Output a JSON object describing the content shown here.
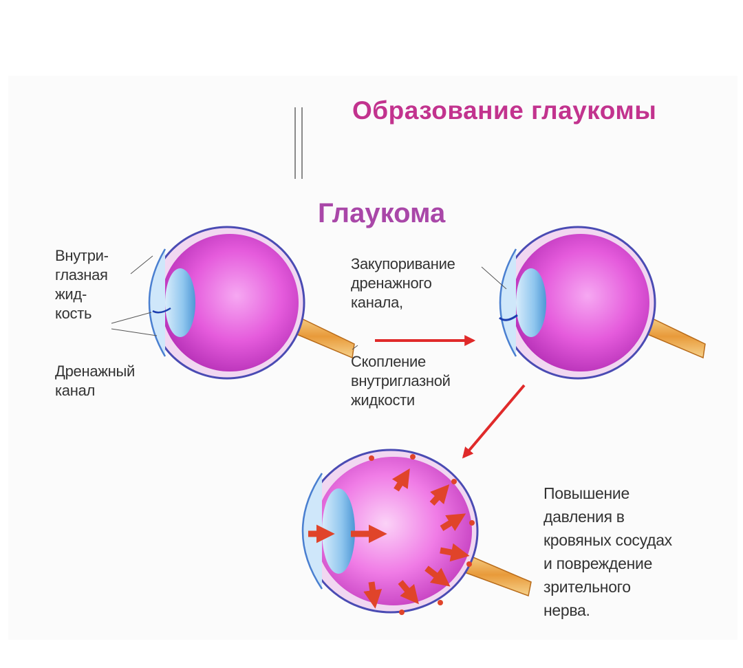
{
  "title": "Образование глаукомы",
  "subtitle": "Глаукома",
  "colors": {
    "title": "#c2338e",
    "subtitle": "#a947a8",
    "arrow": "#e02a2a",
    "eye_fill": "#e05ad8",
    "eye_outline": "#4a4bb3",
    "nerve": "#f0b45a",
    "lens": "#6bb5e8"
  },
  "labels": {
    "intraocular_fluid": "Внутри-\nглазная\nжид-\nкость",
    "drainage_canal": "Дренажный\nканал",
    "blockage": "Закупоривание\nдренажного\nканала,",
    "accumulation": "Скопление\nвнутриглазной\nжидкости",
    "pressure": "Повышение\nдавления в\nкровяных сосудах\nи повреждение\nзрительного\nнерва."
  }
}
